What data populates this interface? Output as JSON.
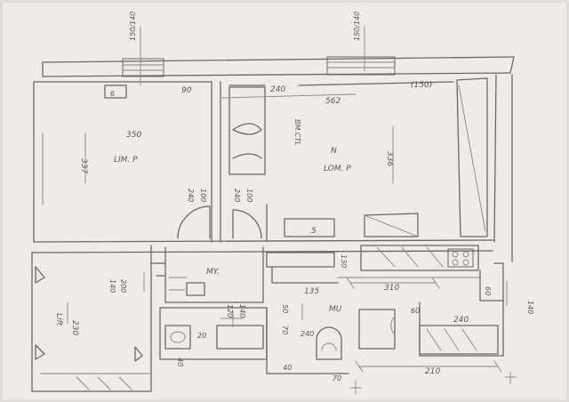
{
  "diagram": {
    "labels": {
      "window_top_left": "150/140",
      "window_top_right": "150/140",
      "door_width_90": "90",
      "door_width_240": "240",
      "dim_562": "562",
      "dim_150_paren": "(150)",
      "dim_337": "337",
      "dim_350": "350",
      "room_left_name": "LIM. P",
      "room_center_number": "N",
      "room_center_name": "LOM. P",
      "dim_336": "336",
      "dim_b": "BM.CTL",
      "door_240_left": "240",
      "door_100_left": "100",
      "door_240_mid": "240",
      "door_100_mid": "100",
      "wall_marker_5": "5",
      "kitchen_width_310": "310",
      "dim_135": "135",
      "dim_130": "130",
      "hall_name": "MY.",
      "dim_140_left": "140",
      "dim_200_left": "200",
      "room_bottom_left_name": "Lift",
      "dim_230": "230",
      "dim_120": "120",
      "dim_140_bath": "140",
      "dim_50": "50",
      "dim_70": "70",
      "bath_name": "MU",
      "dim_60": "60",
      "dim_20": "20",
      "dim_240_right": "240",
      "dim_60_right": "60",
      "dim_140_far_right": "140",
      "dim_210": "210",
      "dim_40_bottom_left": "40",
      "dim_40_bottom_mid": "40",
      "dim_70_bottom": "70",
      "dim_240_bottom": "240"
    }
  }
}
